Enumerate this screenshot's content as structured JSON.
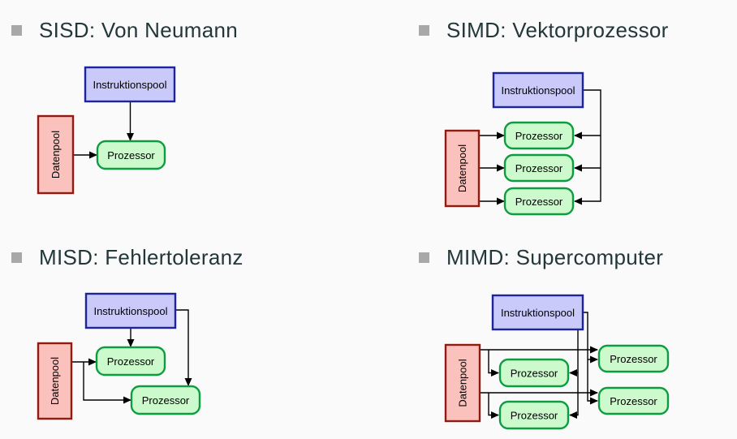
{
  "slide": {
    "background_color": "#fafafa",
    "title_color": "#23373b",
    "bullet_color": "#a8a8a8",
    "wire_color": "#000000"
  },
  "sections": [
    {
      "id": "sisd",
      "title": "SISD: Von Neumann"
    },
    {
      "id": "simd",
      "title": "SIMD: Vektorprozessor"
    },
    {
      "id": "misd",
      "title": "MISD: Fehlertoleranz"
    },
    {
      "id": "mimd",
      "title": "MIMD: Supercomputer"
    }
  ],
  "node_labels": {
    "instruction_pool": "Instruktionspool",
    "data_pool": "Datenpool",
    "processor": "Prozessor"
  },
  "node_styles": {
    "instruction_fill": "#c9caf9",
    "instruction_stroke": "#1d249c",
    "data_fill": "#fbc2bd",
    "data_stroke": "#8e1c12",
    "processor_fill": "#ccfacc",
    "processor_stroke": "#0e9c41"
  }
}
